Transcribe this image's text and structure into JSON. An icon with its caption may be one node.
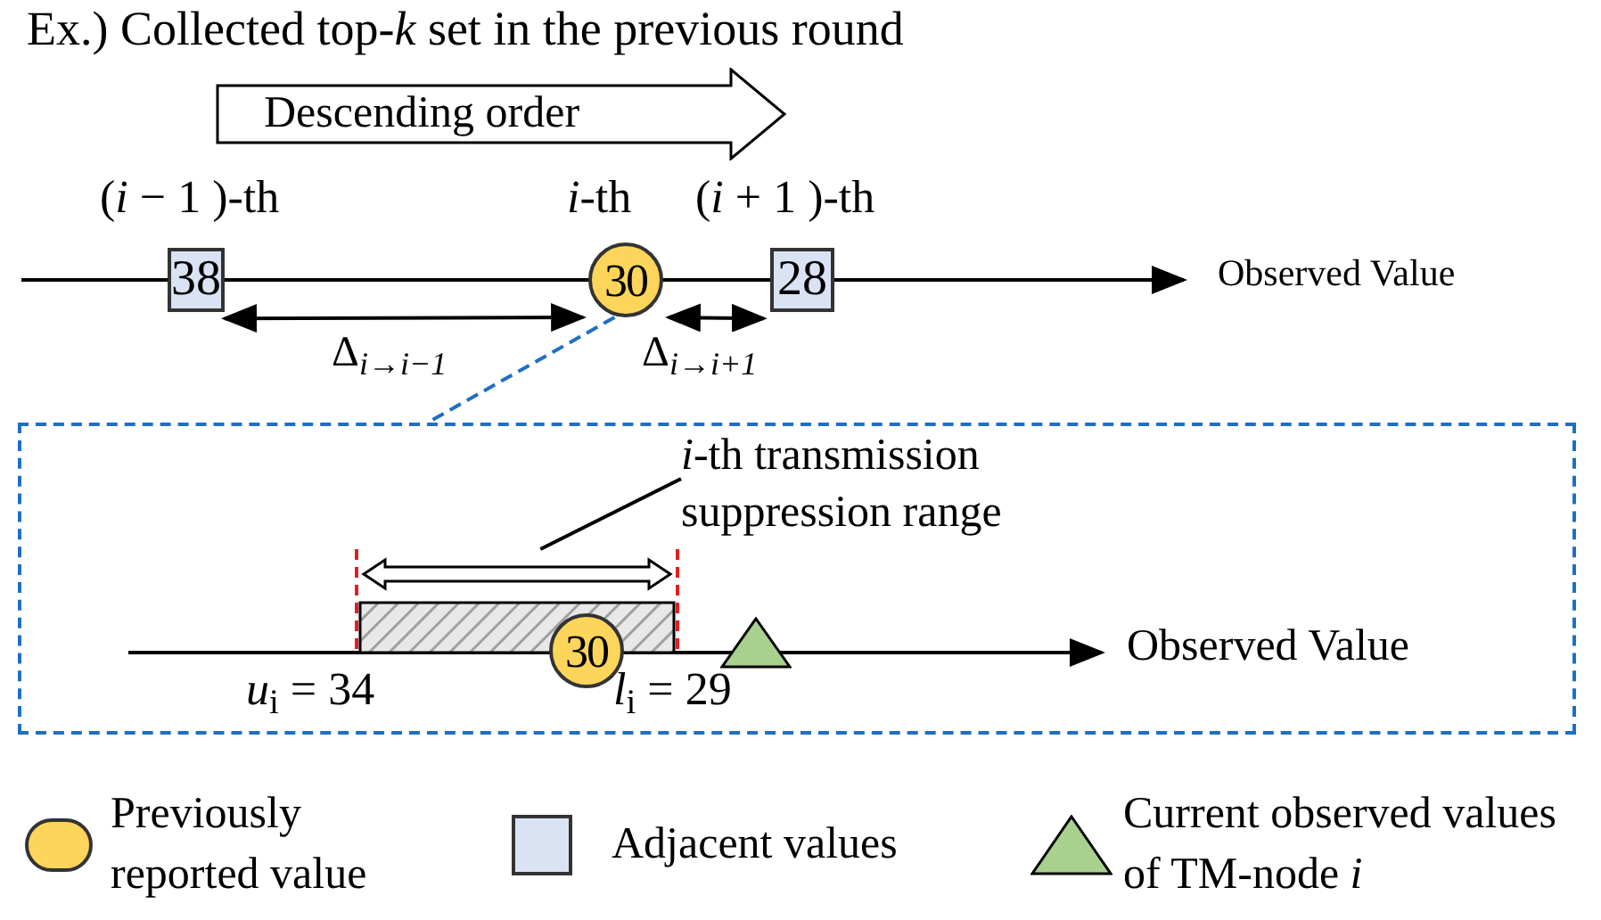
{
  "diagram": {
    "title": "Ex.) Collected top-*k* set in the previous round",
    "nodes": [
      {
        "text": [
          "Descending order"
        ]
      },
      {
        "text": [
          "38"
        ]
      },
      {
        "text": [
          "30"
        ]
      },
      {
        "text": [
          "28"
        ]
      },
      {
        "text": [],
        "shape": "box"
      },
      {
        "text": [
          "*i*-th transmission suppression range"
        ],
        "in": 4
      },
      {
        "text": [],
        "shape": "bar",
        "in": 4
      },
      {
        "text": [
          "30"
        ],
        "in": 4
      },
      {
        "text": [],
        "shape": "triangle",
        "in": 4
      }
    ],
    "edges": [
      {
        "from": 2,
        "to": 4,
        "arrow": "none",
        "style": "dashed",
        "color": "#1f6fc4"
      },
      {
        "from": 5,
        "to": 6,
        "arrow": "none"
      },
      {
        "from": 1,
        "to": 2,
        "arrow": "both",
        "label": "Δ$_{i→i−1}$"
      },
      {
        "from": 2,
        "to": 3,
        "arrow": "both",
        "label": "Δ$_{i→i+1}$"
      }
    ],
    "labels": [
      "(*i* − 1 )-th",
      "*i*-th",
      "(*i* + 1 )-th",
      "Observed Value",
      "Observed Value",
      "*u*$_{i}$ = 34",
      "*l*$_{i}$ = 29"
    ],
    "legend": [
      {
        "text": "Previously reported value",
        "color": "#fcd55a"
      },
      {
        "text": "Adjacent values",
        "color": "#dae3f3"
      },
      {
        "text": "Current observed values of TM-node *i*",
        "color": "#a9d18e"
      }
    ]
  }
}
